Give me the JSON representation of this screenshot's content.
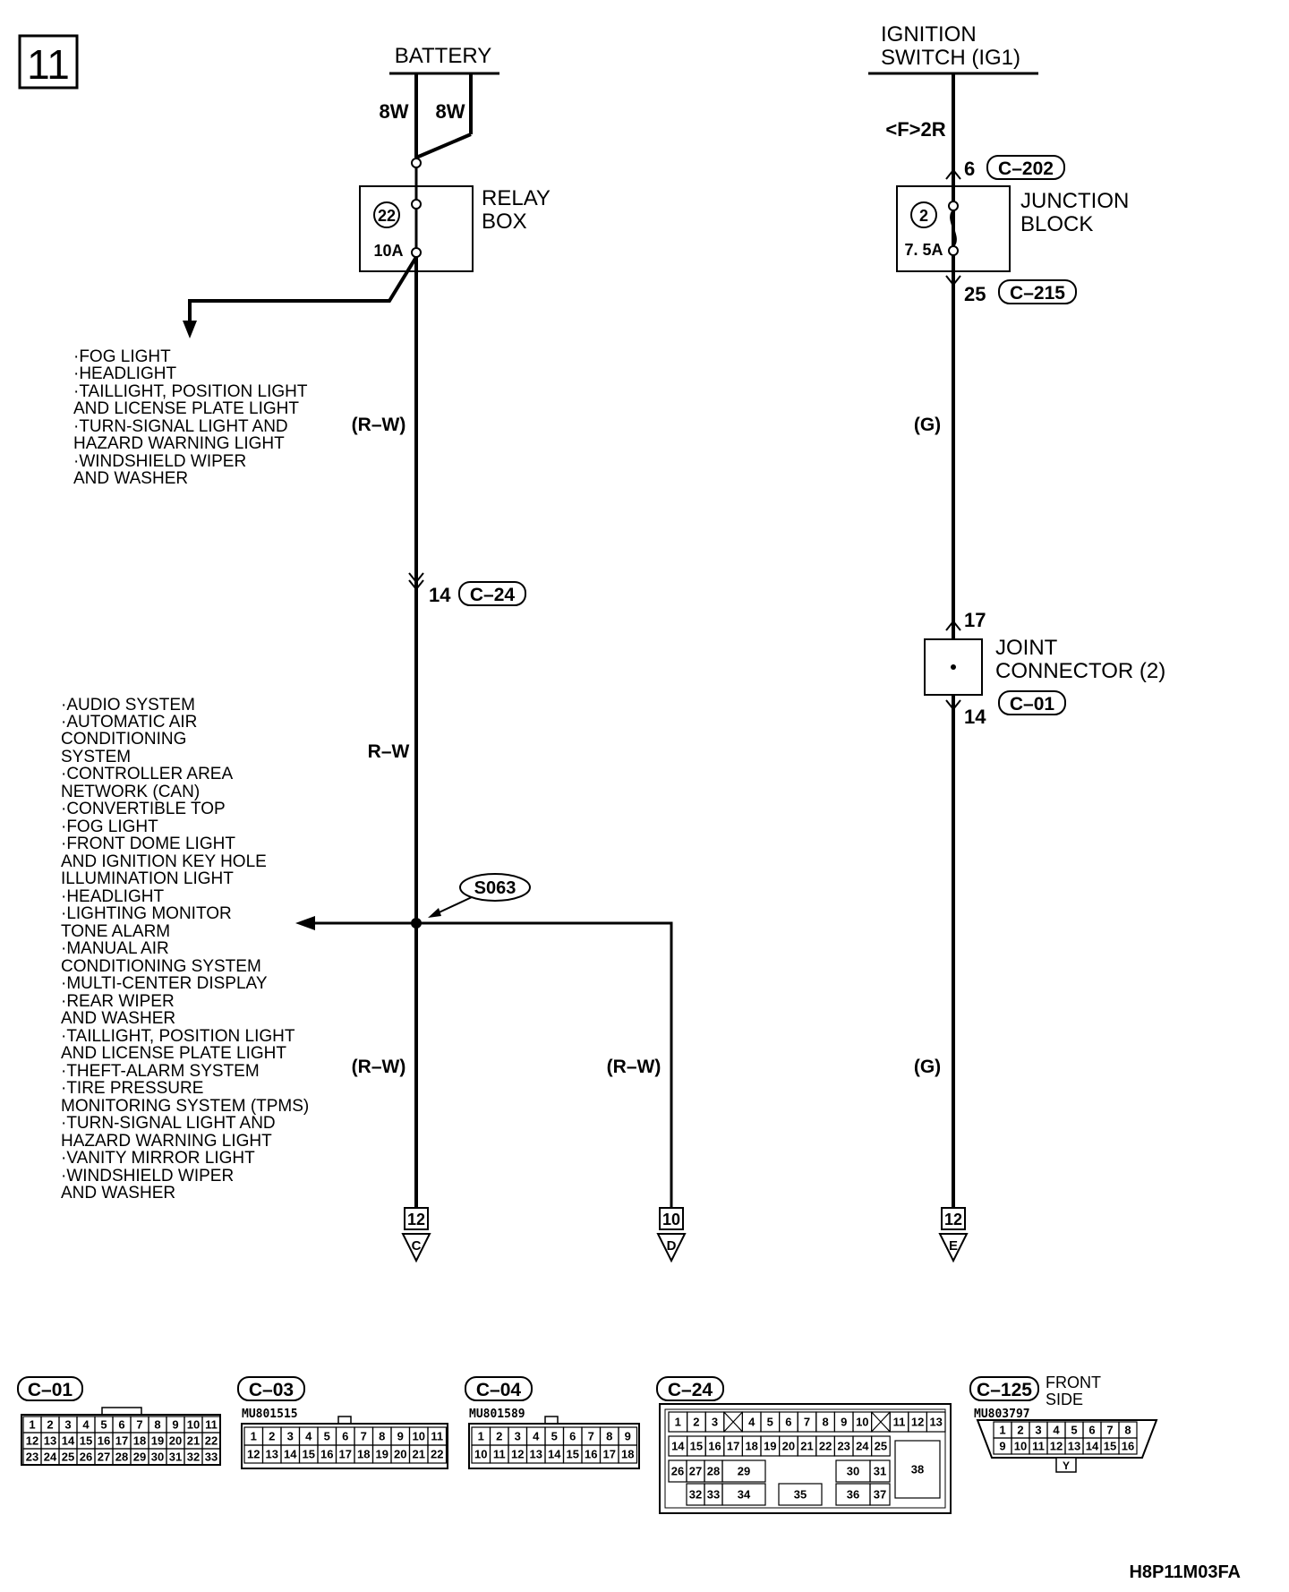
{
  "page_number": "11",
  "battery": {
    "label": "BATTERY",
    "wire_left": "8W",
    "wire_right": "8W"
  },
  "relay_box": {
    "label_line1": "RELAY",
    "label_line2": "BOX",
    "fuse_no": "22",
    "fuse_rating": "10A"
  },
  "fog_list": [
    "·FOG LIGHT",
    "·HEADLIGHT",
    "·TAILLIGHT, POSITION LIGHT",
    " AND LICENSE PLATE LIGHT",
    "·TURN-SIGNAL LIGHT AND",
    " HAZARD WARNING LIGHT",
    "·WINDSHIELD WIPER",
    " AND WASHER"
  ],
  "wire_rw_upper": "(R–W)",
  "conn_c24": {
    "pin": "14",
    "name": "C–24"
  },
  "wire_rw_mid": "R–W",
  "system_list": [
    "·AUDIO SYSTEM",
    "·AUTOMATIC AIR",
    " CONDITIONING",
    " SYSTEM",
    "·CONTROLLER AREA",
    " NETWORK (CAN)",
    "·CONVERTIBLE TOP",
    "·FOG LIGHT",
    "·FRONT DOME LIGHT",
    " AND IGNITION KEY HOLE",
    " ILLUMINATION LIGHT",
    "·HEADLIGHT",
    "·LIGHTING MONITOR",
    " TONE ALARM",
    "·MANUAL AIR",
    " CONDITIONING SYSTEM",
    "·MULTI-CENTER DISPLAY",
    "·REAR WIPER",
    " AND WASHER",
    "·TAILLIGHT, POSITION LIGHT",
    " AND LICENSE PLATE LIGHT",
    "·THEFT-ALARM SYSTEM",
    "·TIRE PRESSURE",
    " MONITORING SYSTEM (TPMS)",
    "·TURN-SIGNAL LIGHT AND",
    " HAZARD WARNING LIGHT",
    "·VANITY MIRROR LIGHT",
    "·WINDSHIELD WIPER",
    " AND WASHER"
  ],
  "splice": "S063",
  "wire_rw_lower_left": "(R–W)",
  "wire_rw_lower_right": "(R–W)",
  "ignition": {
    "label_line1": "IGNITION",
    "label_line2": "SWITCH (IG1)",
    "wire": "<F>2R"
  },
  "conn_c202": {
    "pin": "6",
    "name": "C–202"
  },
  "junction_block": {
    "label_line1": "JUNCTION",
    "label_line2": "BLOCK",
    "fuse_no": "2",
    "fuse_rating": "7. 5A"
  },
  "conn_c215": {
    "pin": "25",
    "name": "C–215"
  },
  "wire_g_upper": "(G)",
  "joint_connector": {
    "pin_top": "17",
    "label_line1": "JOINT",
    "label_line2": "CONNECTOR (2)",
    "pin_bottom": "14",
    "name": "C–01"
  },
  "wire_g_lower": "(G)",
  "terminals": [
    {
      "page": "12",
      "letter": "C"
    },
    {
      "page": "10",
      "letter": "D"
    },
    {
      "page": "12",
      "letter": "E"
    }
  ],
  "connectors": {
    "c01": {
      "name": "C–01",
      "rows": [
        [
          "1",
          "2",
          "3",
          "4",
          "5",
          "6",
          "7",
          "8",
          "9",
          "10",
          "11"
        ],
        [
          "12",
          "13",
          "14",
          "15",
          "16",
          "17",
          "18",
          "19",
          "20",
          "21",
          "22"
        ],
        [
          "23",
          "24",
          "25",
          "26",
          "27",
          "28",
          "29",
          "30",
          "31",
          "32",
          "33"
        ]
      ]
    },
    "c03": {
      "name": "C–03",
      "part": "MU801515",
      "rows": [
        [
          "1",
          "2",
          "3",
          "4",
          "5",
          "6",
          "7",
          "8",
          "9",
          "10",
          "11"
        ],
        [
          "12",
          "13",
          "14",
          "15",
          "16",
          "17",
          "18",
          "19",
          "20",
          "21",
          "22"
        ]
      ]
    },
    "c04": {
      "name": "C–04",
      "part": "MU801589",
      "rows": [
        [
          "1",
          "2",
          "3",
          "4",
          "5",
          "6",
          "7",
          "8",
          "9"
        ],
        [
          "10",
          "11",
          "12",
          "13",
          "14",
          "15",
          "16",
          "17",
          "18"
        ]
      ]
    },
    "c24": {
      "name": "C–24",
      "row1": [
        "1",
        "2",
        "3",
        "",
        "4",
        "5",
        "6",
        "7",
        "8",
        "9",
        "10",
        "",
        "11",
        "12",
        "13"
      ],
      "row2": [
        "14",
        "15",
        "16",
        "17",
        "18",
        "19",
        "20",
        "21",
        "22",
        "23",
        "24",
        "25"
      ],
      "big": [
        "26",
        "27",
        "28",
        "29",
        "30",
        "31",
        "38",
        "32",
        "33",
        "34",
        "35",
        "36",
        "37"
      ]
    },
    "c125": {
      "name": "C–125",
      "side_line1": "FRONT",
      "side_line2": "SIDE",
      "part": "MU803797",
      "rows": [
        [
          "1",
          "2",
          "3",
          "4",
          "5",
          "6",
          "7",
          "8"
        ],
        [
          "9",
          "10",
          "11",
          "12",
          "13",
          "14",
          "15",
          "16"
        ]
      ],
      "key": "Y"
    }
  },
  "figure_code": "H8P11M03FA"
}
